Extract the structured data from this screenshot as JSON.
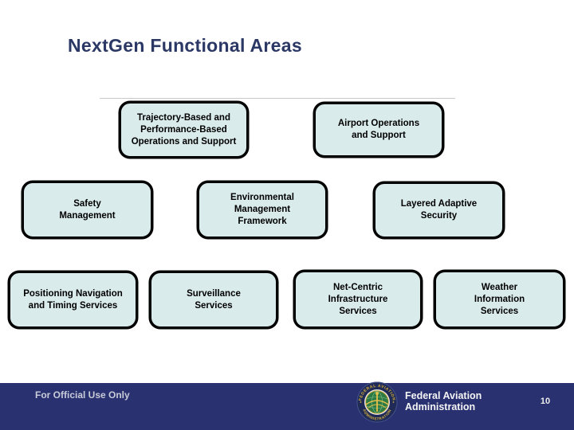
{
  "slide": {
    "title": "NextGen Functional Areas"
  },
  "colors": {
    "title_text": "#2B3865",
    "box_fill": "#DAEBEC",
    "box_border": "#000000",
    "footer_bar": "#293170",
    "classification_text": "#C9CCD8",
    "seal_ring": "#1F2A57",
    "seal_green": "#2E7A44",
    "seal_gold": "#D8B13B"
  },
  "areas": [
    {
      "label": "Trajectory-Based and\nPerformance-Based\nOperations and Support"
    },
    {
      "label": "Airport Operations\nand Support"
    },
    {
      "label": "Safety\nManagement"
    },
    {
      "label": "Environmental\nManagement\nFramework"
    },
    {
      "label": "Layered Adaptive\nSecurity"
    },
    {
      "label": "Positioning Navigation\nand Timing Services"
    },
    {
      "label": "Surveillance\nServices"
    },
    {
      "label": "Net-Centric\nInfrastructure\nServices"
    },
    {
      "label": "Weather\nInformation\nServices"
    }
  ],
  "footer": {
    "classification": "For Official Use Only",
    "agency_line1": "Federal Aviation",
    "agency_line2": "Administration",
    "page_number": "10",
    "seal": {
      "ring_text_top": "FEDERAL AVIATION",
      "ring_text_bottom": "ADMINISTRATION"
    }
  }
}
